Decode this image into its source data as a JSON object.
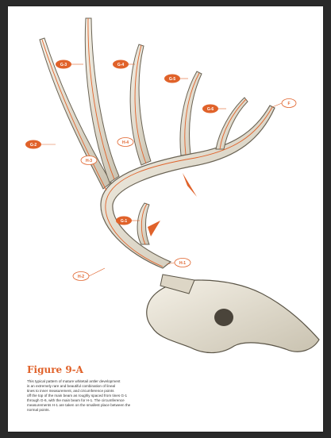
{
  "figure": {
    "title": "Figure 9-A",
    "caption_lines": [
      "This typical pattern of mature whitetail antler development",
      "is an extremely rare and beautiful combination of lineal",
      "tines to inner measurement, and circumference points",
      "off the top of the main beam as roughly spaced from tines G-1",
      "through G-6, with the main beam for H-1. The circumference",
      "measurements H-1 are taken on the smallest place between the",
      "normal points."
    ],
    "accent_color": "#e0622a"
  },
  "labels": {
    "g3": "G-3",
    "g4": "G-4",
    "g5": "G-5",
    "g6": "G-6",
    "g2": "G-2",
    "f": "F",
    "h3": "H-3",
    "h4": "H-4",
    "g1": "G-1",
    "h1": "H-1",
    "h2": "H-2"
  }
}
